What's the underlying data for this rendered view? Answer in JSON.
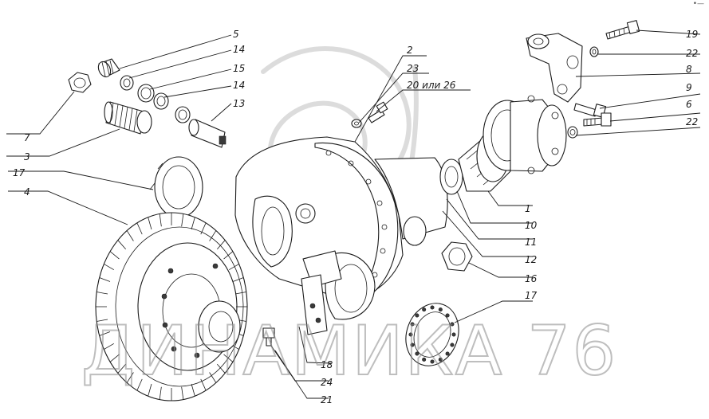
{
  "watermark": "ДИНАМИКА 76",
  "corner_mark": "•—",
  "callouts": [
    {
      "id": "c5",
      "label": "5"
    },
    {
      "id": "c14a",
      "label": "14"
    },
    {
      "id": "c15",
      "label": "15"
    },
    {
      "id": "c14b",
      "label": "14"
    },
    {
      "id": "c13",
      "label": "13"
    },
    {
      "id": "c7",
      "label": "7"
    },
    {
      "id": "c3",
      "label": "3"
    },
    {
      "id": "c17a",
      "label": "17"
    },
    {
      "id": "c4",
      "label": "4"
    },
    {
      "id": "c2",
      "label": "2"
    },
    {
      "id": "c23",
      "label": "23"
    },
    {
      "id": "c20",
      "label": "20 или 26"
    },
    {
      "id": "c19",
      "label": "19"
    },
    {
      "id": "c22a",
      "label": "22"
    },
    {
      "id": "c8",
      "label": "8"
    },
    {
      "id": "c9",
      "label": "9"
    },
    {
      "id": "c6",
      "label": "6"
    },
    {
      "id": "c22b",
      "label": "22"
    },
    {
      "id": "c1",
      "label": "1"
    },
    {
      "id": "c10",
      "label": "10"
    },
    {
      "id": "c11",
      "label": "11"
    },
    {
      "id": "c12",
      "label": "12"
    },
    {
      "id": "c16",
      "label": "16"
    },
    {
      "id": "c17b",
      "label": "17"
    },
    {
      "id": "c18",
      "label": "18"
    },
    {
      "id": "c24",
      "label": "24"
    },
    {
      "id": "c21",
      "label": "21"
    }
  ]
}
